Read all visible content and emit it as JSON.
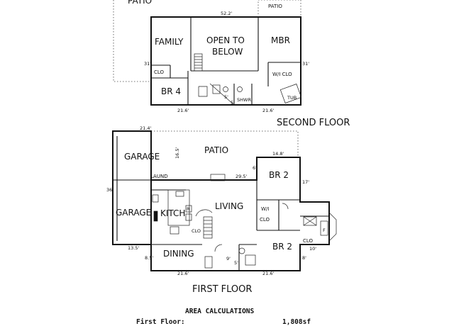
{
  "second_floor": {
    "title": "SECOND FLOOR",
    "rooms": {
      "patio_top": "PATIO",
      "patio": "PATIO",
      "family": "FAMILY",
      "open_line1": "OPEN TO",
      "open_line2": "BELOW",
      "mbr": "MBR",
      "wi_clo": "W/I CLO",
      "clo": "CLO",
      "br4": "BR 4",
      "tub": "TUB",
      "shwr": "SHWR"
    },
    "dims": {
      "top": "52.2'",
      "left": "31'",
      "right": "31'",
      "bottom_left": "21.6'",
      "bottom_right": "21.6'",
      "mid": "5'",
      "mid2": "5'"
    }
  },
  "first_floor": {
    "title": "FIRST FLOOR",
    "rooms": {
      "garage_top": "GARAGE",
      "garage": "GARAGE",
      "patio": "PATIO",
      "laund": "LAUND",
      "br2_top": "BR 2",
      "br2_bottom": "BR 2",
      "kitch": "KITCH",
      "living": "LIVING",
      "wi_clo_1": "W/I",
      "wi_clo_2": "CLO",
      "clo": "CLO",
      "clo_small": "CLO",
      "dining": "DINING",
      "r": "R",
      "f": "F"
    },
    "dims": {
      "garage_top": "21.4'",
      "garage_side": "16.5'",
      "garage_left": "36'",
      "patio_right": "14.8'",
      "mid": "29.5'",
      "six": "6'",
      "seventeen": "17'",
      "garage_bottom": "13.5'",
      "left_lower": "8.5'",
      "bottom_left": "21.6'",
      "nine": "9'",
      "five": "5'",
      "bottom_right": "21.6'",
      "ten": "10'",
      "eight": "8'"
    }
  },
  "area_calculations": {
    "heading": "AREA CALCULATIONS",
    "rows": [
      {
        "label": "First  Floor:",
        "value": "1,808sf"
      }
    ]
  }
}
